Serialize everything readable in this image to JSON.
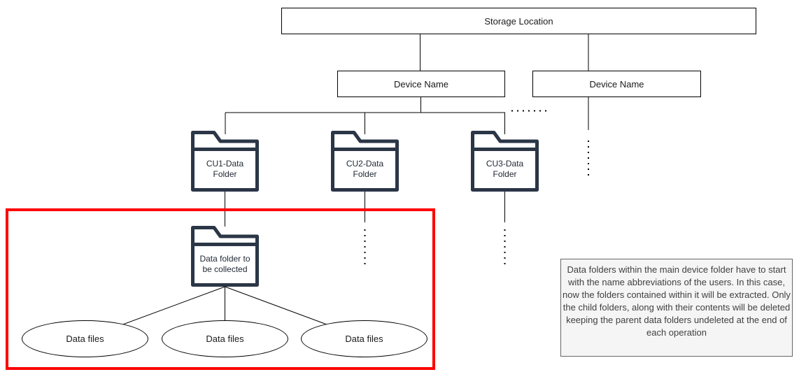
{
  "diagram": {
    "root": {
      "label": "Storage Location"
    },
    "devices": [
      {
        "label": "Device Name"
      },
      {
        "label": "Device Name"
      }
    ],
    "folders": [
      {
        "label": "CU1-Data Folder"
      },
      {
        "label": "CU2-Data Folder"
      },
      {
        "label": "CU3-Data Folder"
      }
    ],
    "collected_folder": {
      "label": "Data folder to be collected"
    },
    "data_files": [
      {
        "label": "Data files"
      },
      {
        "label": "Data files"
      },
      {
        "label": "Data files"
      }
    ],
    "note": {
      "text": "Data folders within the main device folder have to start with the name abbreviations of the users. In this case, now the folders contained within it will be extracted. Only the child folders, along with their contents will be deleted keeping the parent data folders undeleted at the end of each operation"
    },
    "colors": {
      "folder_outline": "#2b3647",
      "highlight": "#ff0000",
      "line": "#000000",
      "note_bg": "#f5f5f5",
      "note_border": "#666666"
    }
  }
}
